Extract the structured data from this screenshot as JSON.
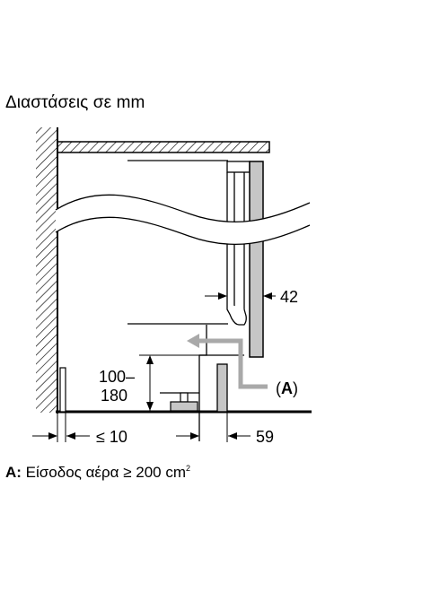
{
  "title": "Διαστάσεις σε mm",
  "dimensions": {
    "door_gap": "42",
    "plinth_height_top": "100–",
    "plinth_height_bottom": "180",
    "wall_gap": "≤ 10",
    "plinth_depth": "59",
    "air_label": "(",
    "air_key": "A",
    "air_label_close": ")"
  },
  "legend": {
    "key": "A:",
    "text": " Είσοδος αέρα ≥ 200 cm",
    "sup": "2"
  }
}
